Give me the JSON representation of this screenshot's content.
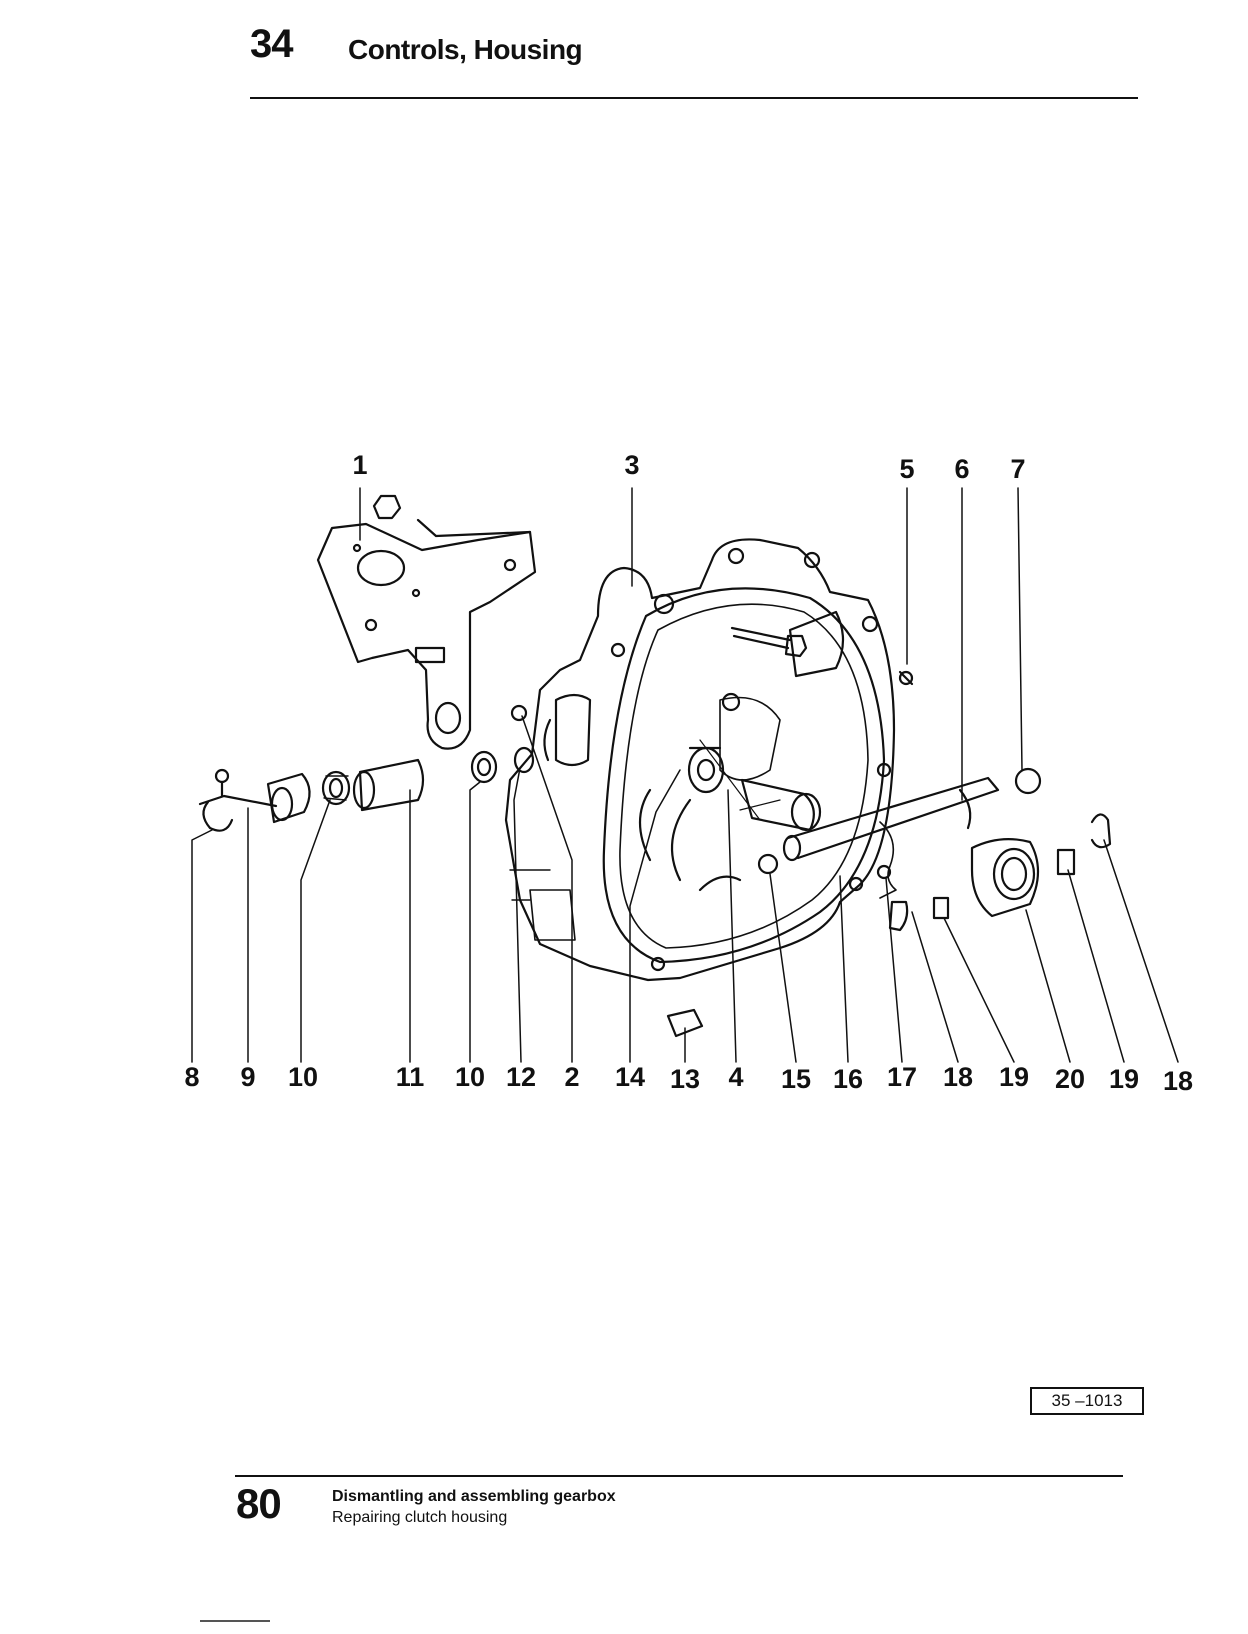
{
  "header": {
    "section_number": "34",
    "section_title": "Controls, Housing"
  },
  "diagram": {
    "callouts_top": [
      "1",
      "3",
      "5",
      "6",
      "7"
    ],
    "callouts_bottom": [
      "8",
      "9",
      "10",
      "11",
      "10",
      "12",
      "2",
      "14",
      "13",
      "4",
      "15",
      "16",
      "17",
      "18",
      "19",
      "20",
      "19",
      "18"
    ]
  },
  "reference_box": "35 –1013",
  "footer": {
    "page_number": "80",
    "line1": "Dismantling and assembling gearbox",
    "line2": "Repairing clutch housing"
  }
}
